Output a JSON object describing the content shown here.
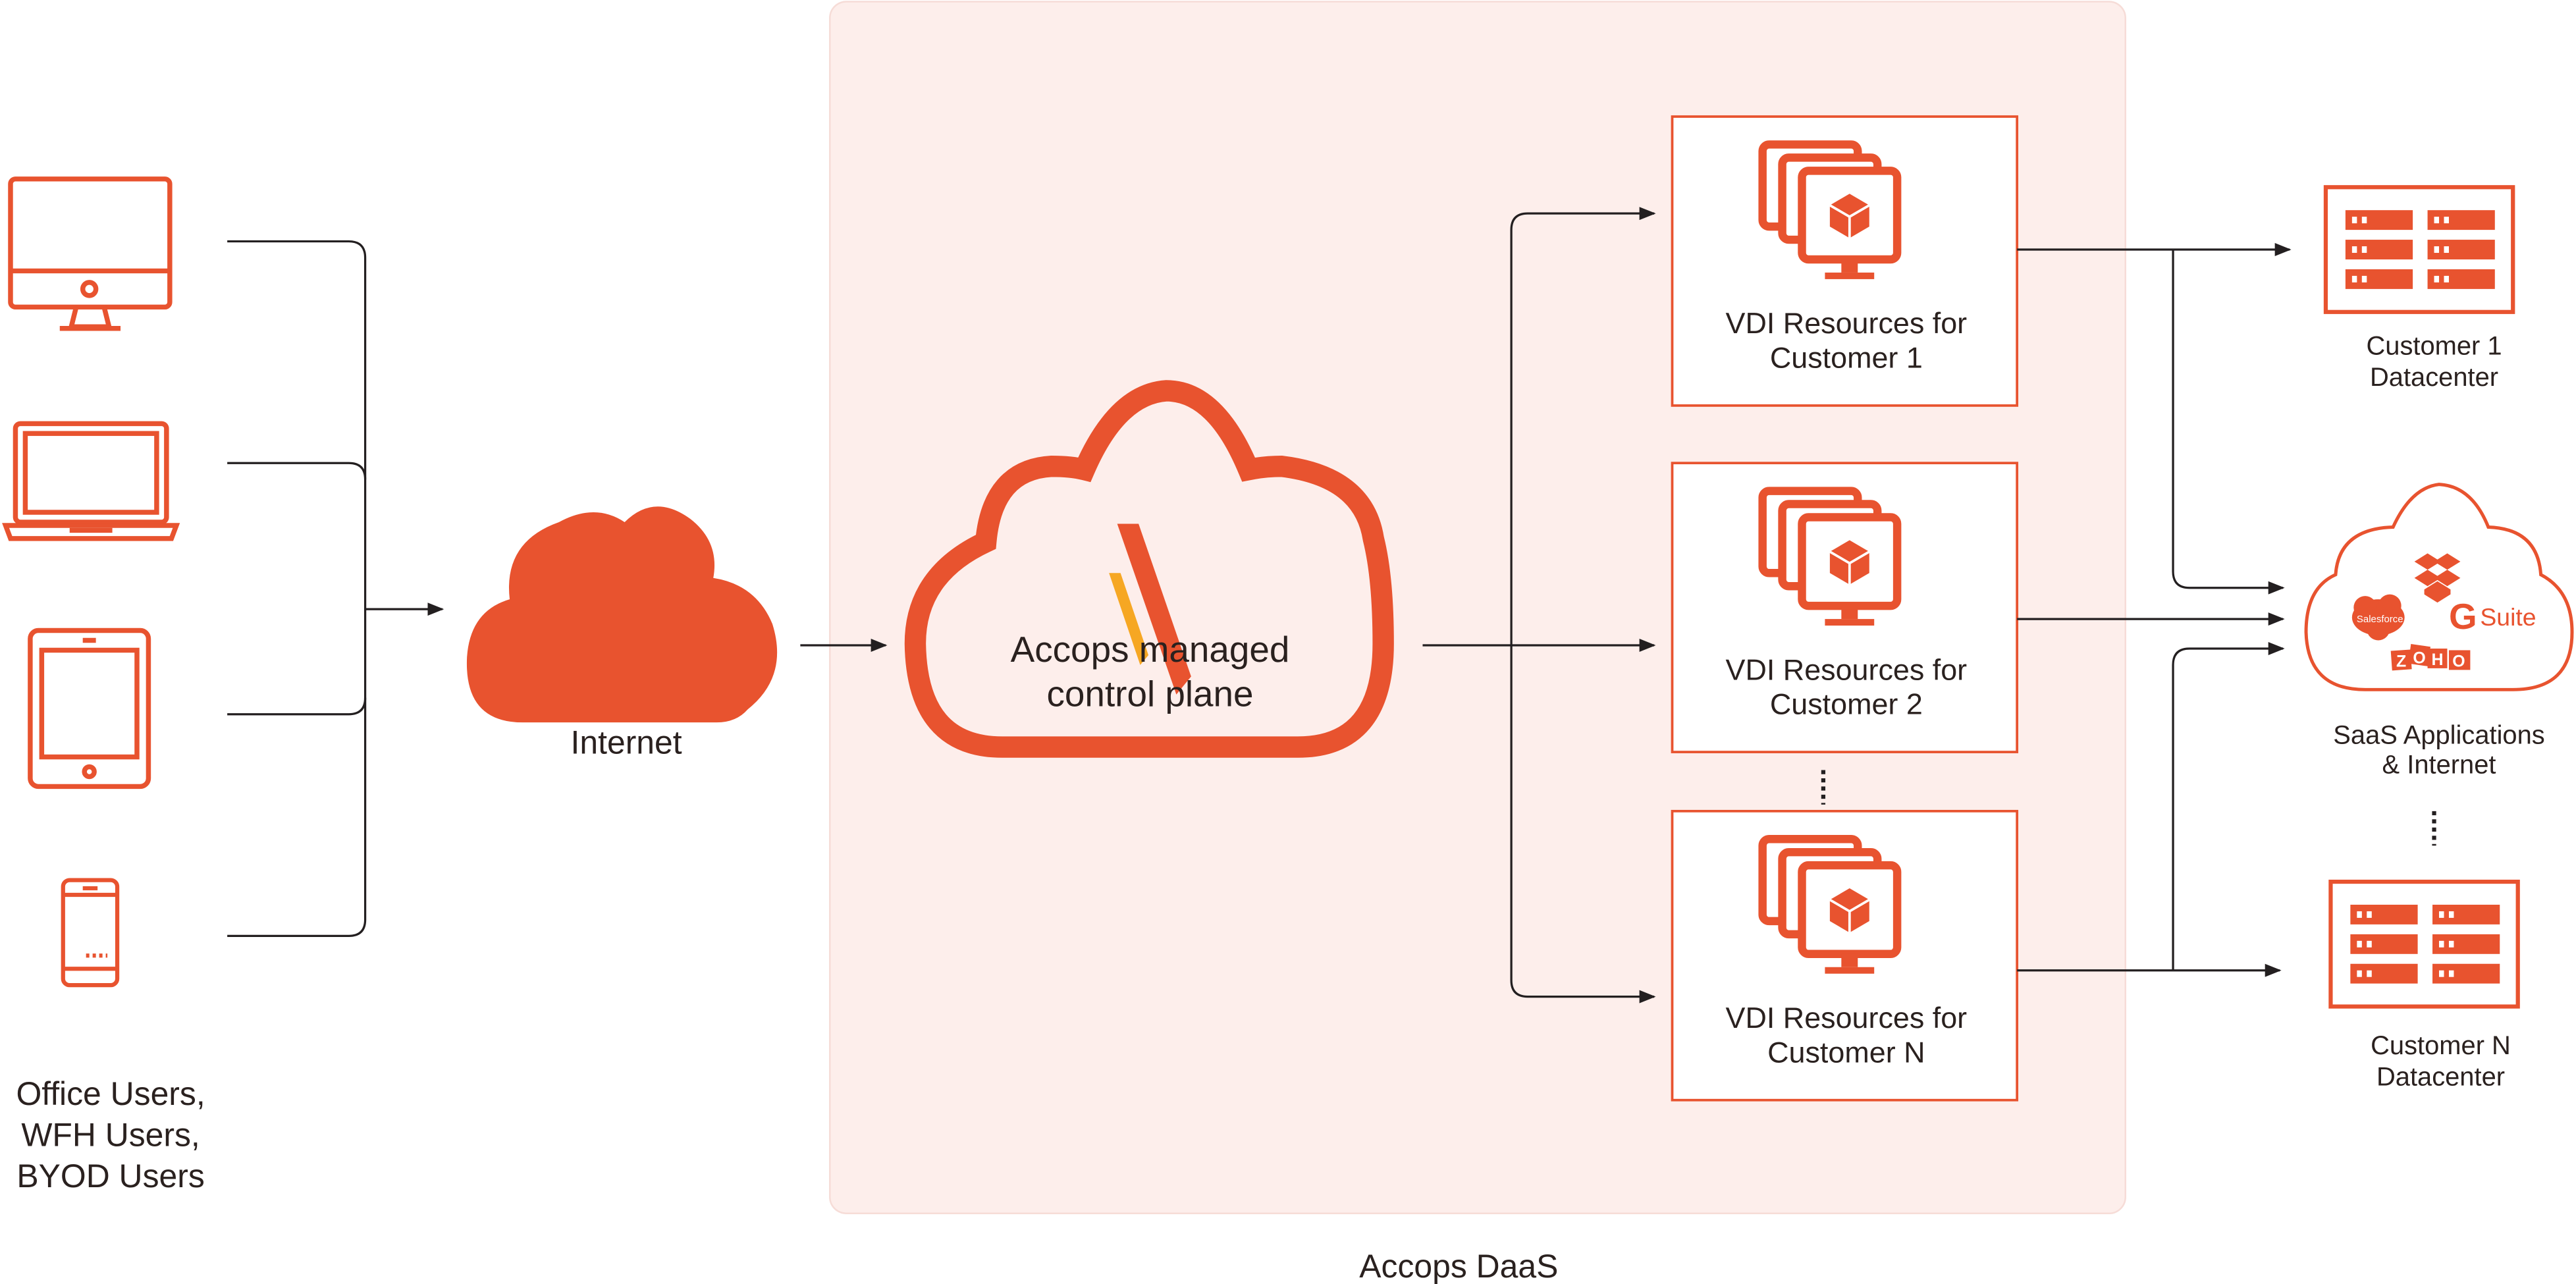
{
  "colors": {
    "accent": "#E8532F",
    "accent_secondary": "#F6A723",
    "panel": "#FDEEEB",
    "text": "#2A211F"
  },
  "users": {
    "lines": [
      "Office Users,",
      "WFH Users,",
      "BYOD Users"
    ],
    "devices": [
      "desktop-icon",
      "laptop-icon",
      "tablet-icon",
      "phone-icon"
    ]
  },
  "internet": {
    "label": "Internet"
  },
  "daas": {
    "label": "Accops DaaS",
    "control_plane": [
      "Accops managed",
      "control plane"
    ]
  },
  "vdi": [
    {
      "lines": [
        "VDI Resources for",
        "Customer 1"
      ]
    },
    {
      "lines": [
        "VDI Resources for",
        "Customer 2"
      ]
    },
    {
      "lines": [
        "VDI Resources for",
        "Customer N"
      ]
    }
  ],
  "datacenters": [
    {
      "lines": [
        "Customer 1",
        "Datacenter"
      ]
    },
    {
      "lines": [
        "Customer N",
        "Datacenter"
      ]
    }
  ],
  "saas": {
    "lines": [
      "SaaS Applications",
      "& Internet"
    ],
    "logos": {
      "salesforce": "Salesforce",
      "gsuite_g": "G",
      "gsuite": "Suite",
      "zoho": [
        "Z",
        "O",
        "H",
        "O"
      ]
    }
  }
}
